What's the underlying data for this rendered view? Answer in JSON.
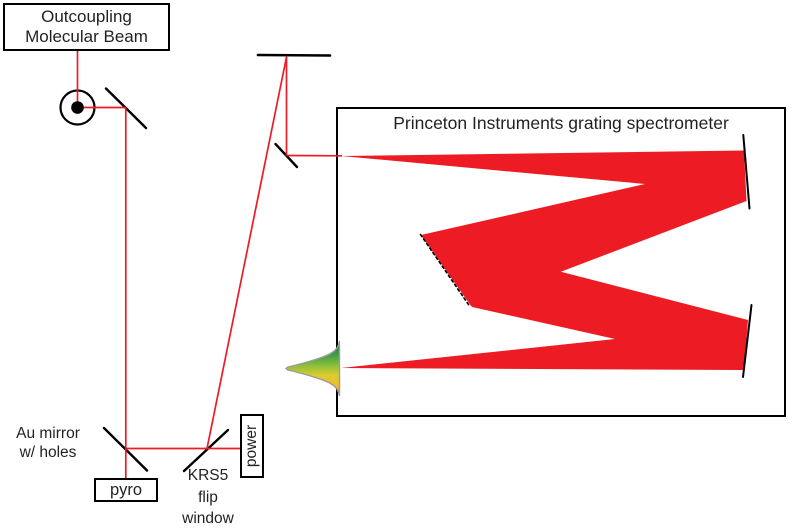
{
  "colors": {
    "beam_red": "#ED1C24",
    "line_black": "#000000",
    "text_black": "#231F20",
    "pulse_outline_gray": "#9B9B9B",
    "pulse_gradient": [
      "#17753F",
      "#3C9E45",
      "#8FBF3C",
      "#D8CC30",
      "#F2BC2B",
      "#EE8F2B"
    ]
  },
  "source_box": {
    "line1": "Outcoupling",
    "line2": "Molecular Beam"
  },
  "spectrometer": {
    "title": "Princeton Instruments grating spectrometer"
  },
  "labels": {
    "au_mirror_line1": "Au mirror",
    "au_mirror_line2": "w/ holes",
    "pyro": "pyro",
    "power": "power",
    "krs5_line1": "KRS5",
    "krs5_line2": "flip",
    "krs5_line3": "window"
  }
}
